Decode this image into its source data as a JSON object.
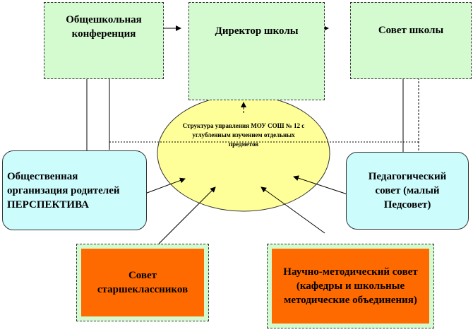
{
  "nodes": {
    "conference": "Общешкольная конференция",
    "director": "Директор школы",
    "school_council": "Совет школы",
    "center": "Структура управления МОУ СОШ № 12 с углубленным изучением отдельных предметов",
    "parents": "Общественная организация родителей ПЕРСПЕКТИВА",
    "pedagogical": "Педагогический совет (малый Педсовет)",
    "seniors": "Совет старшеклассников",
    "methodical": "Научно-методический совет (кафедры и школьные методические объединения)"
  },
  "colors": {
    "green": "#d4fbd0",
    "blue": "#cdfcfd",
    "yellow": "#ffff99",
    "orange": "#ff6a00"
  }
}
